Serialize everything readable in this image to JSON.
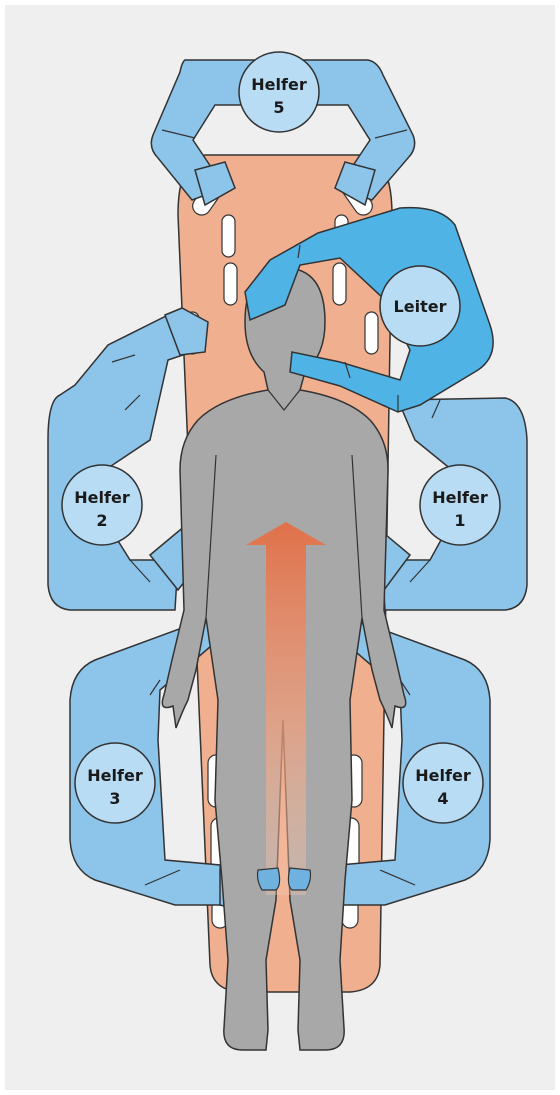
{
  "colors": {
    "background": "#efefef",
    "board": "#f0b090",
    "helper": "#8cc4ea",
    "leader": "#4fb3e6",
    "badge": "#b8dcf4",
    "patient": "#a8a8a8",
    "arrow": "#e0714a"
  },
  "labels": {
    "helper5": {
      "line1": "Helfer",
      "line2": "5"
    },
    "leader": {
      "line1": "Leiter"
    },
    "helper2": {
      "line1": "Helfer",
      "line2": "2"
    },
    "helper1": {
      "line1": "Helfer",
      "line2": "1"
    },
    "helper3": {
      "line1": "Helfer",
      "line2": "3"
    },
    "helper4": {
      "line1": "Helfer",
      "line2": "4"
    }
  },
  "icons": [
    "spineboard",
    "patient-silhouette",
    "movement-arrow",
    "helper-arms"
  ]
}
